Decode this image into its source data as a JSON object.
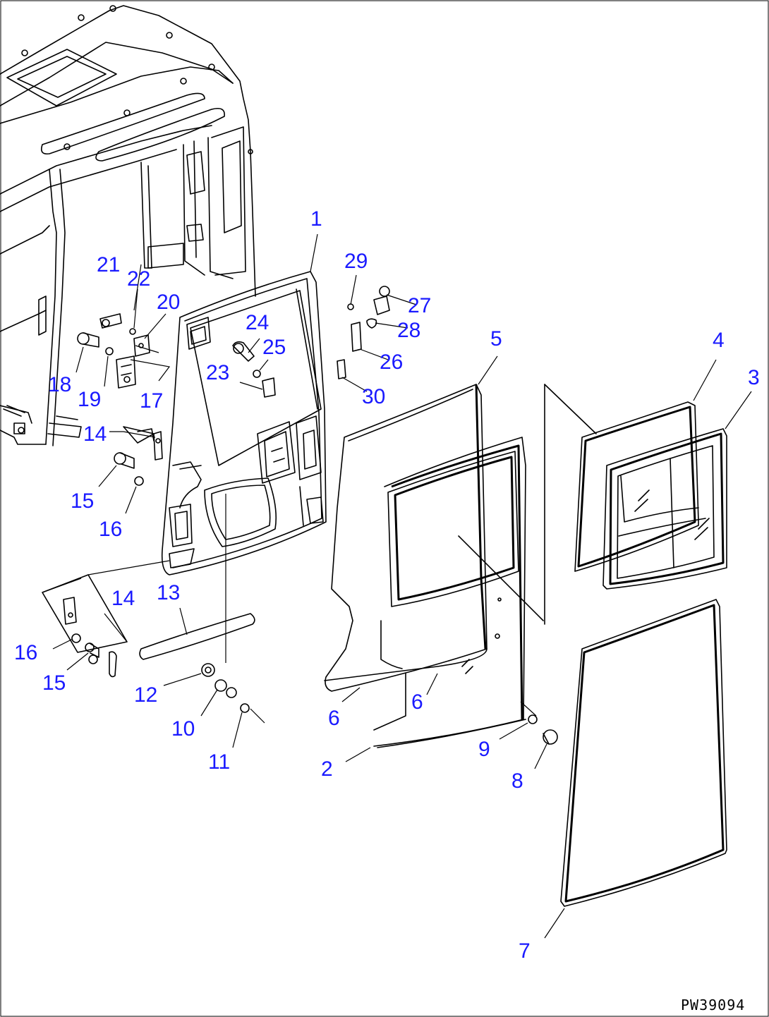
{
  "diagram": {
    "drawing_code": "PW39094",
    "callouts": [
      "1",
      "2",
      "3",
      "4",
      "5",
      "6",
      "6",
      "7",
      "8",
      "9",
      "10",
      "11",
      "12",
      "13",
      "14",
      "14",
      "15",
      "15",
      "16",
      "16",
      "17",
      "18",
      "19",
      "20",
      "21",
      "22",
      "23",
      "24",
      "25",
      "26",
      "27",
      "28",
      "29",
      "30"
    ],
    "colors": {
      "callout": "#1a1aff",
      "line": "#000000",
      "background": "#ffffff"
    }
  }
}
